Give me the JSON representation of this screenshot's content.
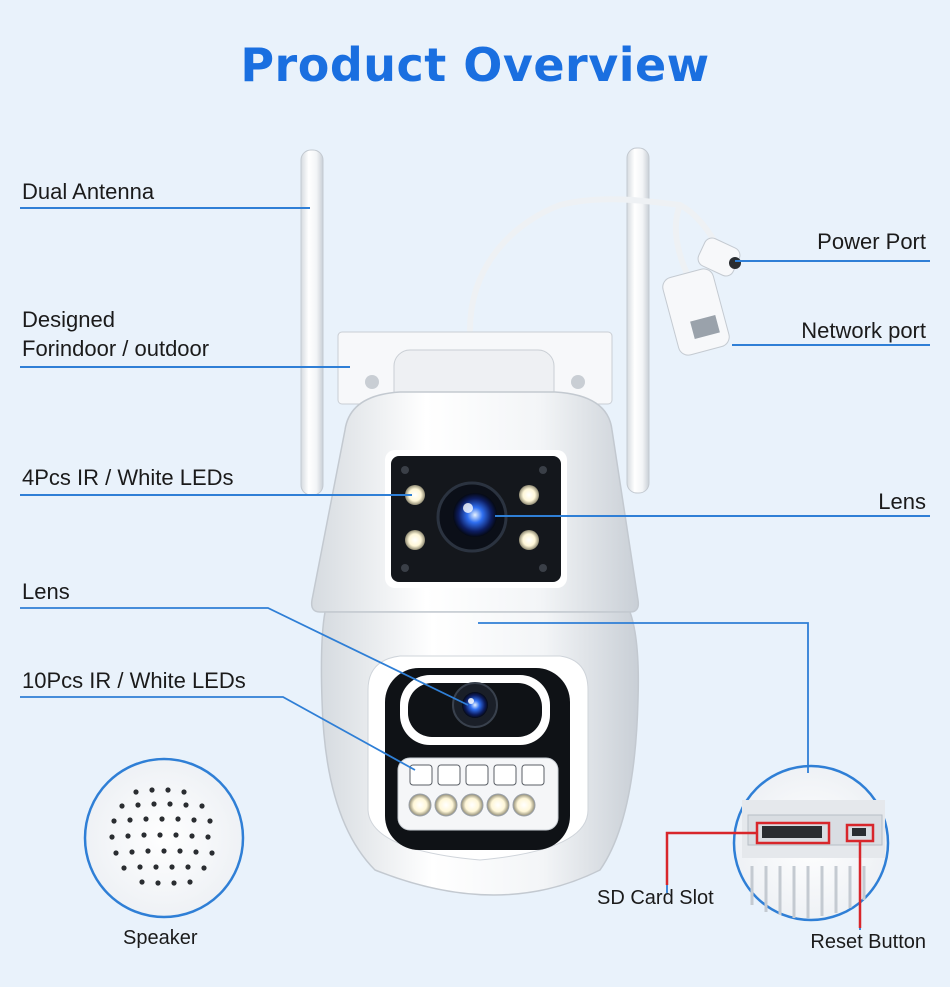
{
  "title": "Product Overview",
  "labels": {
    "dual_antenna": "Dual Antenna",
    "designed_line1": "Designed",
    "designed_line2": "Forindoor / outdoor",
    "leds_4": "4Pcs IR / White LEDs",
    "lens_left": "Lens",
    "leds_10": "10Pcs IR / White LEDs",
    "speaker": "Speaker",
    "power_port": "Power Port",
    "network_port": "Network port",
    "lens_right": "Lens",
    "sd_card_slot": "SD Card Slot",
    "reset_button": "Reset Button"
  },
  "colors": {
    "accent": "#1a6fe0",
    "leader_line": "#2f7fd6",
    "callout_red": "#d8262b",
    "background": "#e9f2fb"
  }
}
